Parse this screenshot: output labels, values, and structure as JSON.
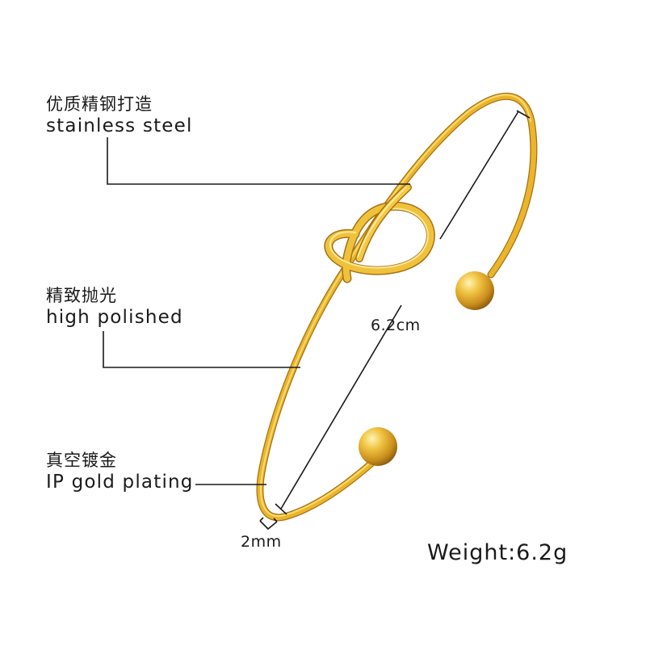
{
  "features": [
    {
      "chinese": "优质精钢打造",
      "english": "stainless steel"
    },
    {
      "chinese": "精致抛光",
      "english": "high polished"
    },
    {
      "chinese": "真空镀金",
      "english": "IP gold plating"
    }
  ],
  "dimensions": {
    "diameter": "6.2cm",
    "thickness": "2mm"
  },
  "weight": "Weight:6.2g",
  "colors": {
    "gold_light": "#fbe27a",
    "gold_mid": "#eab52a",
    "gold_dark": "#b9801a",
    "line": "#1a1a1a",
    "background": "#ffffff"
  }
}
